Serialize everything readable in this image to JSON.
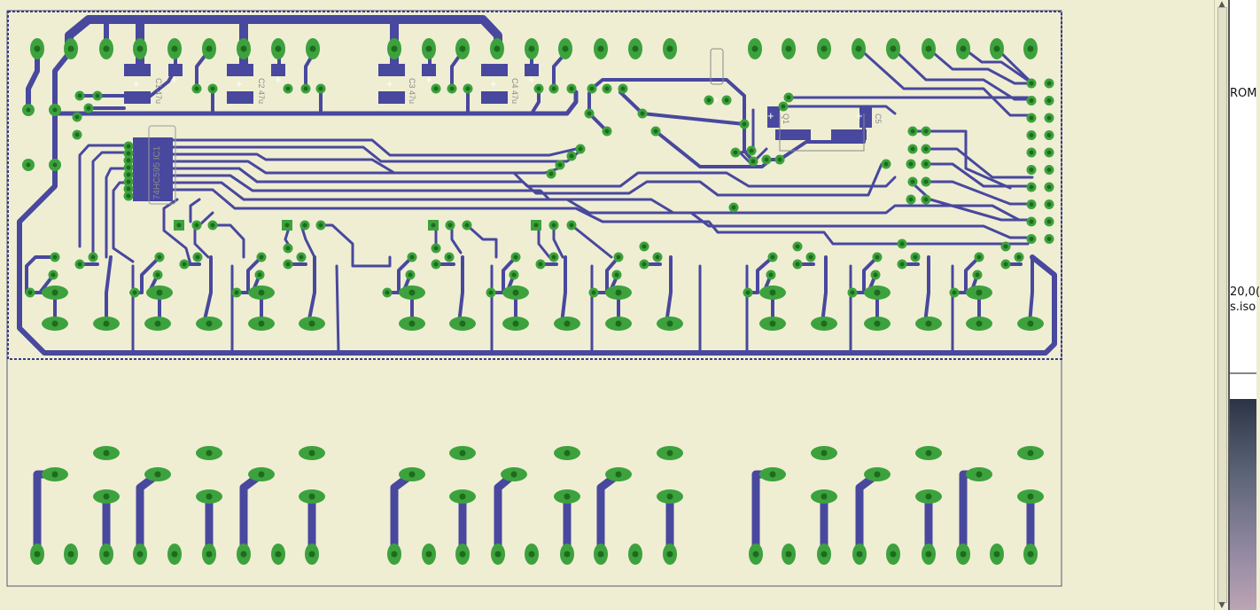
{
  "app": {
    "view": "pcb-board-editor"
  },
  "board": {
    "colors": {
      "background": "#efeed3",
      "trace": "#48489e",
      "pad": "#3da23d",
      "pad_hole": "#1d6b1d",
      "outline": "#555577",
      "silkscreen": "#8a8a8a"
    },
    "labels": {
      "ic": "74HC595 IC1",
      "cap1": "C1 47u",
      "cap2": "C2 47u",
      "cap3": "C3 47u",
      "cap4": "C4 47u",
      "reg": "C5",
      "q1": "Q1"
    }
  },
  "side_window": {
    "line1": "ROM",
    "line2": "20,0(",
    "line3": "s.iso"
  }
}
